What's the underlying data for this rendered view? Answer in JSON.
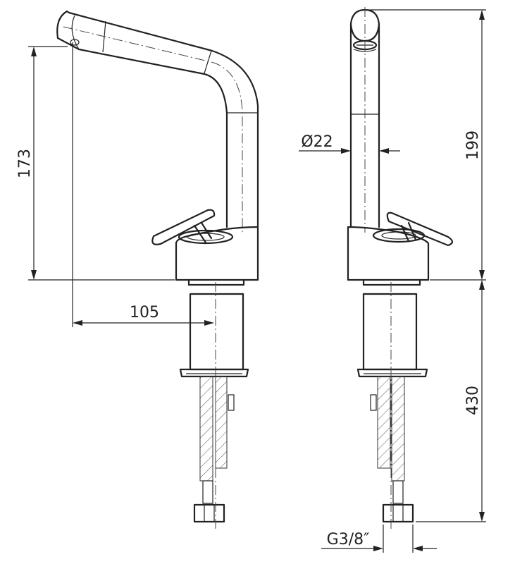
{
  "dimensions": {
    "spout_height": "173",
    "spout_reach": "105",
    "spout_diameter": "Ø22",
    "total_height": "199",
    "below_deck": "430",
    "connection_thread": "G3/8″"
  },
  "colors": {
    "line": "#222222",
    "background": "#ffffff"
  }
}
